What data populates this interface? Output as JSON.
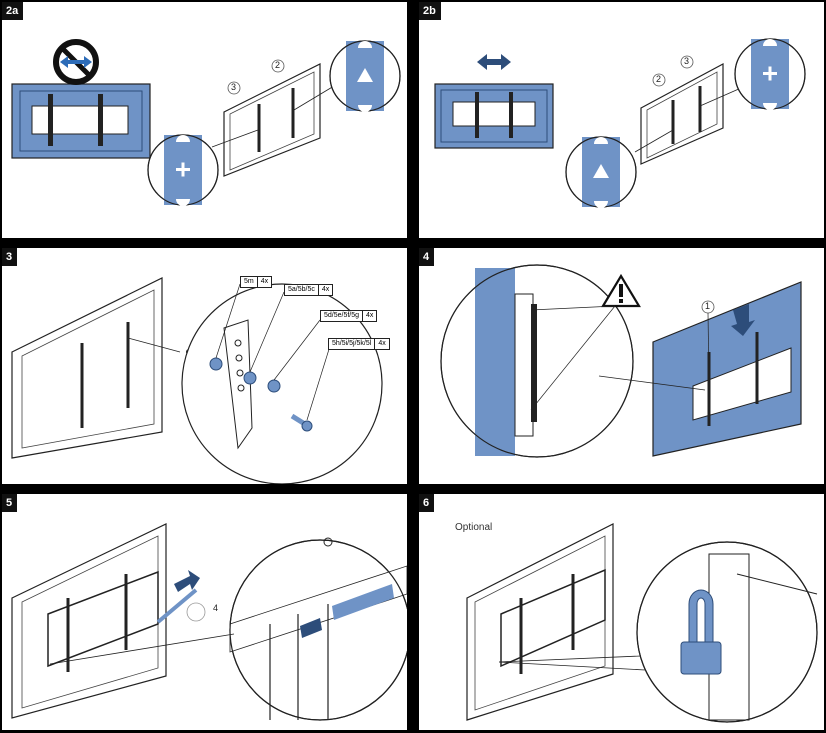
{
  "colors": {
    "blue": "#6f93c6",
    "blue_dark": "#2d4d7a",
    "line": "#222222",
    "panel_bg": "#ffffff",
    "gutter": "#000000"
  },
  "panels": {
    "p2a": {
      "badge": "2a",
      "callouts": [
        "2",
        "3"
      ],
      "icons": [
        "no-sliding-icon",
        "plus-icon",
        "triangle-icon"
      ]
    },
    "p2b": {
      "badge": "2b",
      "callouts": [
        "2",
        "3"
      ],
      "icons": [
        "double-arrow-icon",
        "plus-icon",
        "triangle-icon"
      ]
    },
    "p3": {
      "badge": "3",
      "tags": [
        [
          "5m",
          "4x"
        ],
        [
          "5a/5b/5c",
          "4x"
        ],
        [
          "5d/5e/5f/5g",
          "4x"
        ],
        [
          "5h/5i/5j/5k/5l",
          "4x"
        ]
      ]
    },
    "p4": {
      "badge": "4",
      "callout": "1",
      "icons": [
        "warning-icon",
        "down-arrow-icon"
      ]
    },
    "p5": {
      "badge": "5",
      "callout": "4"
    },
    "p6": {
      "badge": "6",
      "optional": "Optional"
    }
  }
}
